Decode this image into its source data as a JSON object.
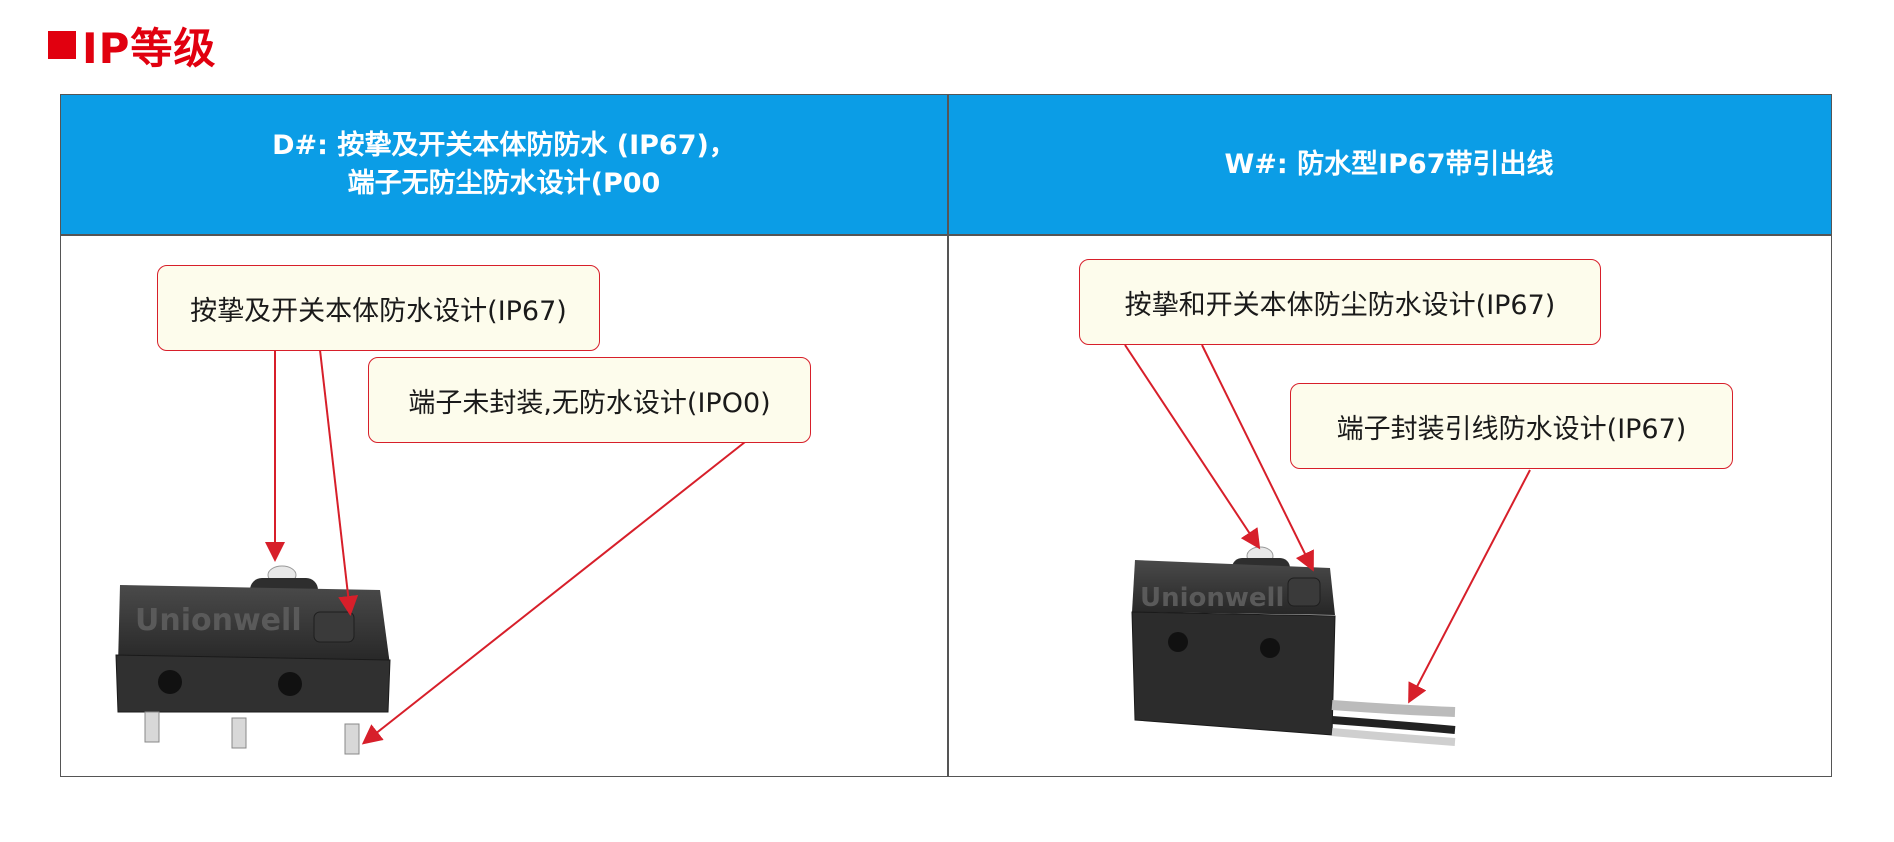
{
  "section_title": "IP等级",
  "table": {
    "left_header_line1": "D#: 按挚及开关本体防防水 (IP67)，",
    "left_header_line2": "端子无防尘防水设计(P00",
    "right_header": "W#: 防水型IP67带引出线"
  },
  "callouts": {
    "left_top": "按挚及开关本体防水设计(IP67)",
    "left_terminal": "端子未封装,无防水设计(IPO0)",
    "right_top": "按挚和开关本体防尘防水设计(IP67)",
    "right_terminal": "端子封装引线防水设计(IP67)"
  },
  "product_marking": "Unionwell",
  "colors": {
    "accent_red": "#e1000f",
    "header_blue": "#0b9de6",
    "callout_bg": "#fdfcec",
    "arrow_red": "#d71f2a"
  }
}
